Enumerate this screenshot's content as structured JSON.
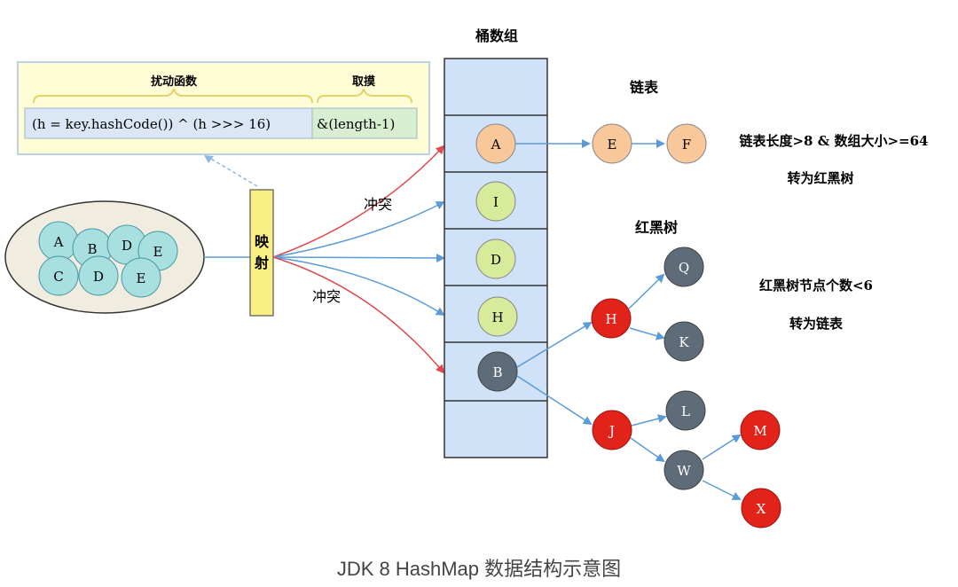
{
  "hash_box": {
    "perturb_label": "扰动函数",
    "mod_label": "取摸",
    "formula": "(h = key.hashCode()) ^ (h >>> 16)",
    "mask": "&(length-1)"
  },
  "mapping_label": [
    "映",
    "射"
  ],
  "keys": [
    "A",
    "B",
    "D",
    "E",
    "C",
    "D",
    "E"
  ],
  "collision_labels": [
    "冲突",
    "冲突"
  ],
  "bucket_title": "桶数组",
  "buckets": [
    "A",
    "I",
    "D",
    "H",
    "B"
  ],
  "linked_list": {
    "title": "链表",
    "nodes": [
      "E",
      "F"
    ],
    "note_line1": "链表长度>8 & 数组大小>=64",
    "note_line2": "转为红黑树"
  },
  "rb_tree": {
    "title": "红黑树",
    "nodes": [
      "Q",
      "H",
      "K",
      "L",
      "J",
      "W",
      "M",
      "X"
    ],
    "note_line1": "红黑树节点个数<6",
    "note_line2": "转为链表"
  },
  "caption": "JDK 8 HashMap 数据结构示意图",
  "colors": {
    "orange": "#f8c79a",
    "green": "#d8eb9a",
    "gray": "#5e6b78",
    "red": "#e2231a",
    "cyan": "#a8dfe0",
    "blue_arrow": "#5b9bd5",
    "red_arrow": "#e0484d",
    "bucket": "#cfe2f8",
    "yellow_box": "#fffdd6"
  }
}
